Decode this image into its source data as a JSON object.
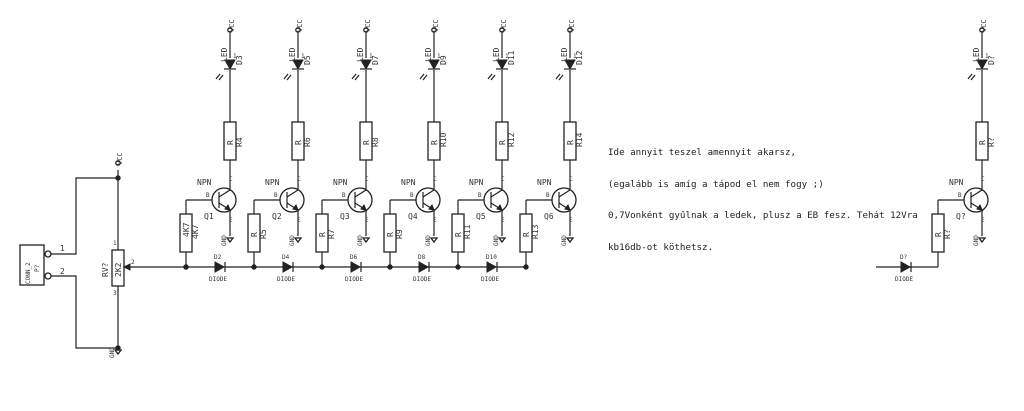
{
  "note_lines": [
    "Ide annyit teszel amennyit akarsz,",
    "(egalább is amíg a tápod el nem fogy ;)",
    "0,7Vonként gyűlnak a ledek, plusz a EB fesz. Tehát 12Vra",
    "kb16db-ot köthetsz."
  ],
  "connector": {
    "ref": "P?",
    "value": "CONN_2",
    "pin1": "1",
    "pin2": "2"
  },
  "potentiometer": {
    "ref": "RV?",
    "value": "2K2",
    "pin1": "1",
    "pin2": "2",
    "pin3": "3"
  },
  "vcc_label": "VCC",
  "gnd_label": "GND",
  "led_label": "LED",
  "resistor_value": "R",
  "transistor_value": "NPN",
  "diode_value": "DIODE",
  "base_resistor_value": "4K7",
  "pin_b": "B",
  "pin_c": "C",
  "pin_e": "E",
  "stages": [
    {
      "led": "D3",
      "rc": "R4",
      "q": "Q1",
      "rb": "4K7",
      "diode": "D2"
    },
    {
      "led": "D5",
      "rc": "R6",
      "q": "Q2",
      "rb": "R5",
      "diode": "D4"
    },
    {
      "led": "D7",
      "rc": "R8",
      "q": "Q3",
      "rb": "R7",
      "diode": "D6"
    },
    {
      "led": "D9",
      "rc": "R10",
      "q": "Q4",
      "rb": "R9",
      "diode": "D8"
    },
    {
      "led": "D11",
      "rc": "R12",
      "q": "Q5",
      "rb": "R11",
      "diode": "D10"
    },
    {
      "led": "D12",
      "rc": "R14",
      "q": "Q6",
      "rb": "R13",
      "diode": ""
    },
    {
      "led": "D?",
      "rc": "R?",
      "q": "Q?",
      "rb": "R?",
      "diode": "D?"
    }
  ]
}
